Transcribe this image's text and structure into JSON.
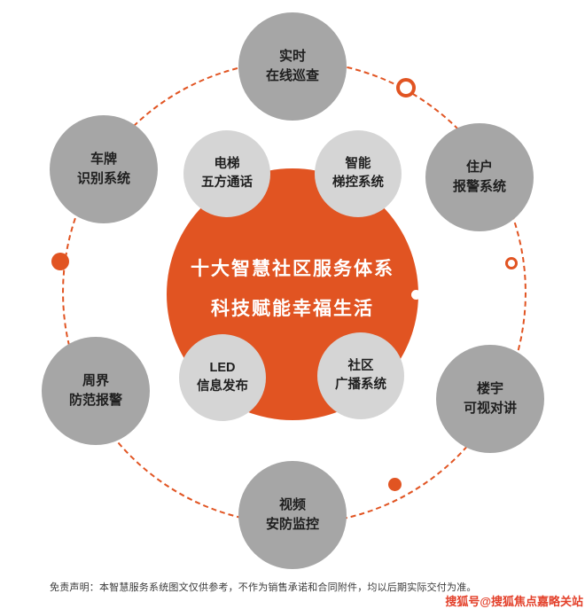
{
  "center": {
    "line1": "十大智慧社区服务体系",
    "line2": "科技赋能幸福生活"
  },
  "nodes": {
    "outer": [
      {
        "id": "realtime-online-inspection",
        "lines": [
          "实时",
          "在线巡查"
        ]
      },
      {
        "id": "license-plate-recognition",
        "lines": [
          "车牌",
          "识别系统"
        ]
      },
      {
        "id": "resident-alarm-system",
        "lines": [
          "住户",
          "报警系统"
        ]
      },
      {
        "id": "perimeter-alarm",
        "lines": [
          "周界",
          "防范报警"
        ]
      },
      {
        "id": "building-video-intercom",
        "lines": [
          "楼宇",
          "可视对讲"
        ]
      },
      {
        "id": "video-security-monitoring",
        "lines": [
          "视频",
          "安防监控"
        ]
      }
    ],
    "inner": [
      {
        "id": "elevator-five-way-call",
        "lines": [
          "电梯",
          "五方通话"
        ]
      },
      {
        "id": "smart-elevator-control",
        "lines": [
          "智能",
          "梯控系统"
        ]
      },
      {
        "id": "led-information-release",
        "lines": [
          "LED",
          "信息发布"
        ]
      },
      {
        "id": "community-broadcast-system",
        "lines": [
          "社区",
          "广播系统"
        ]
      }
    ]
  },
  "footer": {
    "disclaimer": "免责声明：本智慧服务系统图文仅供参考，不作为销售承诺和合同附件，均以后期实际交付为准。",
    "watermark": "搜狐号@搜狐焦点嘉略关站"
  },
  "colors": {
    "accent": "#E15422",
    "outer_circle_gray": "#A6A6A6",
    "inner_circle_gray": "#D5D5D5",
    "center_text": "#FFFFFF",
    "node_text": "#1F1F1F",
    "watermark_red": "#E3402A"
  }
}
